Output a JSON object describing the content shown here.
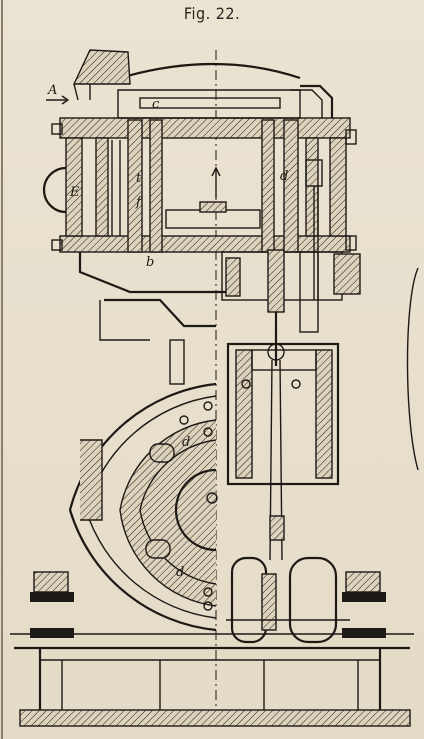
{
  "figure": {
    "title": "Fig. 22."
  },
  "labels": {
    "A": "A",
    "c": "c",
    "d_top": "d",
    "E": "E",
    "t": "t",
    "f": "f",
    "b": "b",
    "d_wheel_upper": "d",
    "d_wheel_lower": "d"
  },
  "colors": {
    "paper": "#e7dfcd",
    "ink": "#1d1915"
  }
}
